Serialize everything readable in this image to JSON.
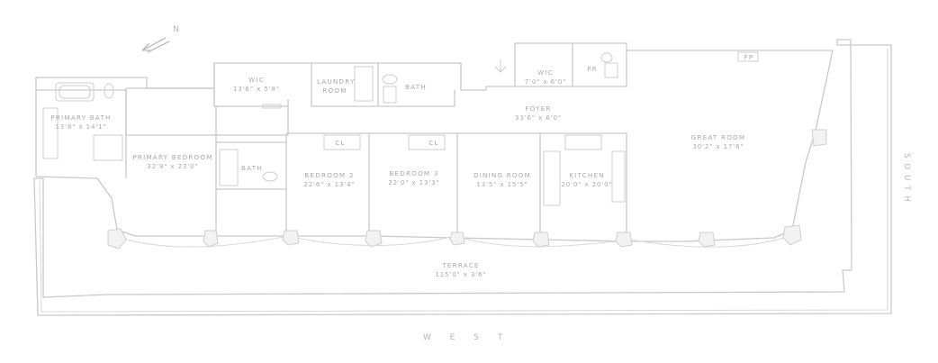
{
  "compass": {
    "north_label": "N"
  },
  "directions": {
    "west": "W E S T",
    "south": "SOUTH"
  },
  "rooms": {
    "primary_bath": {
      "name": "PRIMARY BATH",
      "dim": "13'8\" x 14'1\""
    },
    "wic": {
      "name": "WIC",
      "dim": "13'6\" x 5'8\""
    },
    "laundry": {
      "name": "LAUNDRY ROOM"
    },
    "bath_top": {
      "name": "BATH"
    },
    "wic_small": {
      "name": "WIC",
      "dim": "7'0\" x 6'0\""
    },
    "pr": {
      "name": "PR"
    },
    "foyer": {
      "name": "FOYER",
      "dim": "33'6\" x 6'0\""
    },
    "great_room": {
      "name": "GREAT ROOM",
      "dim": "30'2\" x 17'6\""
    },
    "primary_bedroom": {
      "name": "PRIMARY BEDROOM",
      "dim": "32'9\" x 23'0\""
    },
    "bath_mid": {
      "name": "BATH"
    },
    "bedroom2": {
      "name": "BEDROOM 2",
      "dim": "22'6\" x 13'4\""
    },
    "bedroom3": {
      "name": "BEDROOM 3",
      "dim": "22'0\" x 13'3\""
    },
    "dining": {
      "name": "DINING ROOM",
      "dim": "13'5\" x 15'5\""
    },
    "kitchen": {
      "name": "KITCHEN",
      "dim": "20'0\" x 20'0\""
    },
    "terrace": {
      "name": "TERRACE",
      "dim": "115'0\" x 3'6\""
    }
  },
  "closet_labels": {
    "cl1": "CL",
    "cl2": "CL",
    "fp": "FP"
  }
}
